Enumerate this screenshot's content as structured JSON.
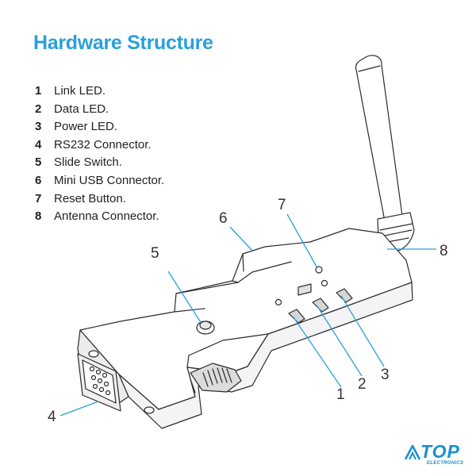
{
  "title": "Hardware Structure",
  "legend": [
    {
      "num": "1",
      "label": "Link LED."
    },
    {
      "num": "2",
      "label": "Data LED."
    },
    {
      "num": "3",
      "label": "Power LED."
    },
    {
      "num": "4",
      "label": "RS232 Connector."
    },
    {
      "num": "5",
      "label": "Slide Switch."
    },
    {
      "num": "6",
      "label": "Mini USB Connector."
    },
    {
      "num": "7",
      "label": "Reset Button."
    },
    {
      "num": "8",
      "label": "Antenna Connector."
    }
  ],
  "callouts": {
    "c1": "1",
    "c2": "2",
    "c3": "3",
    "c4": "4",
    "c5": "5",
    "c6": "6",
    "c7": "7",
    "c8": "8"
  },
  "colors": {
    "title": "#2aa0da",
    "leader_lines": "#2aa0da",
    "logo": "#1b8fd1"
  },
  "logo": {
    "name": "TOP",
    "subtitle": "ELECTRONICS"
  }
}
